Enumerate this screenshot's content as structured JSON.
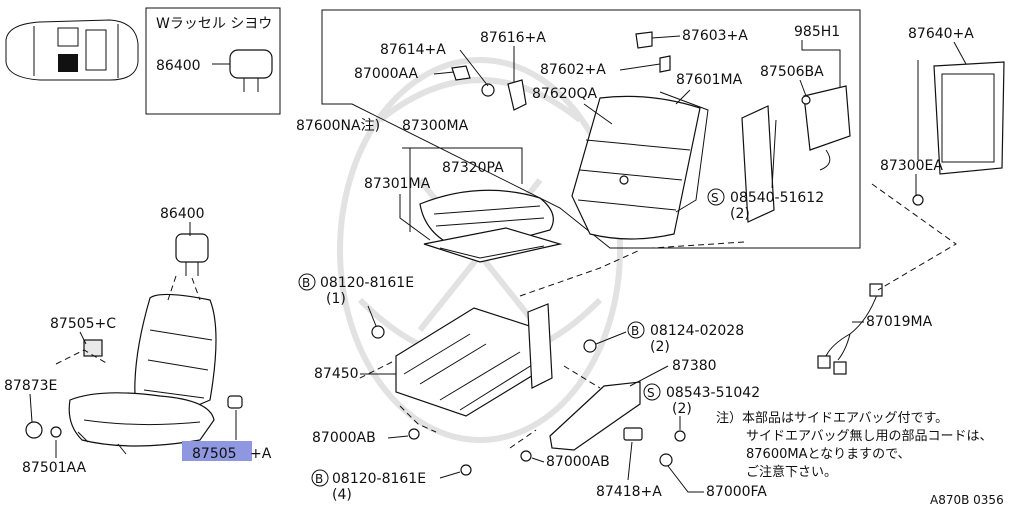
{
  "corner_box": {
    "title": "Wラッセル シヨウ"
  },
  "parts": {
    "p86400_box": "86400",
    "p86400": "86400",
    "p87505c": "87505+C",
    "p87873e": "87873E",
    "p87501aa": "87501AA",
    "p87505a": "87505",
    "p87505a_suffix": "+A",
    "p87600na": "87600NA注)",
    "p87300ma": "87300MA",
    "p87614a": "87614+A",
    "p87616a": "87616+A",
    "p87603a": "87603+A",
    "p87000aa": "87000AA",
    "p87602a": "87602+A",
    "p87620qa": "87620QA",
    "p87601ma": "87601MA",
    "p985h1": "985H1",
    "p87506ba": "87506BA",
    "p87640a": "87640+A",
    "p87300ea": "87300EA",
    "p87320pa": "87320PA",
    "p87301ma": "87301MA",
    "p08540": "08540-51612",
    "p08540_qty": "(2)",
    "p08120a": "08120-8161E",
    "p08120a_qty": "(1)",
    "p87450": "87450",
    "p08124": "08124-02028",
    "p08124_qty": "(2)",
    "p87380": "87380",
    "p08543": "08543-51042",
    "p08543_qty": "(2)",
    "p87019ma": "87019MA",
    "p87000ab1": "87000AB",
    "p87000ab2": "87000AB",
    "p08120b": "08120-8161E",
    "p08120b_qty": "(4)",
    "p87418a": "87418+A",
    "p87000fa": "87000FA"
  },
  "circle_marks": {
    "S": "S",
    "B": "B"
  },
  "note": {
    "line1": "注）本部品はサイドエアバッグ付です。",
    "line2": "サイドエアバッグ無し用の部品コードは、",
    "line3": "87600MAとなりますので、",
    "line4": "ご注意下さい。"
  },
  "diagram_id": "A870B 0356",
  "colors": {
    "highlight": "#8f97e0",
    "ink": "#111111"
  }
}
